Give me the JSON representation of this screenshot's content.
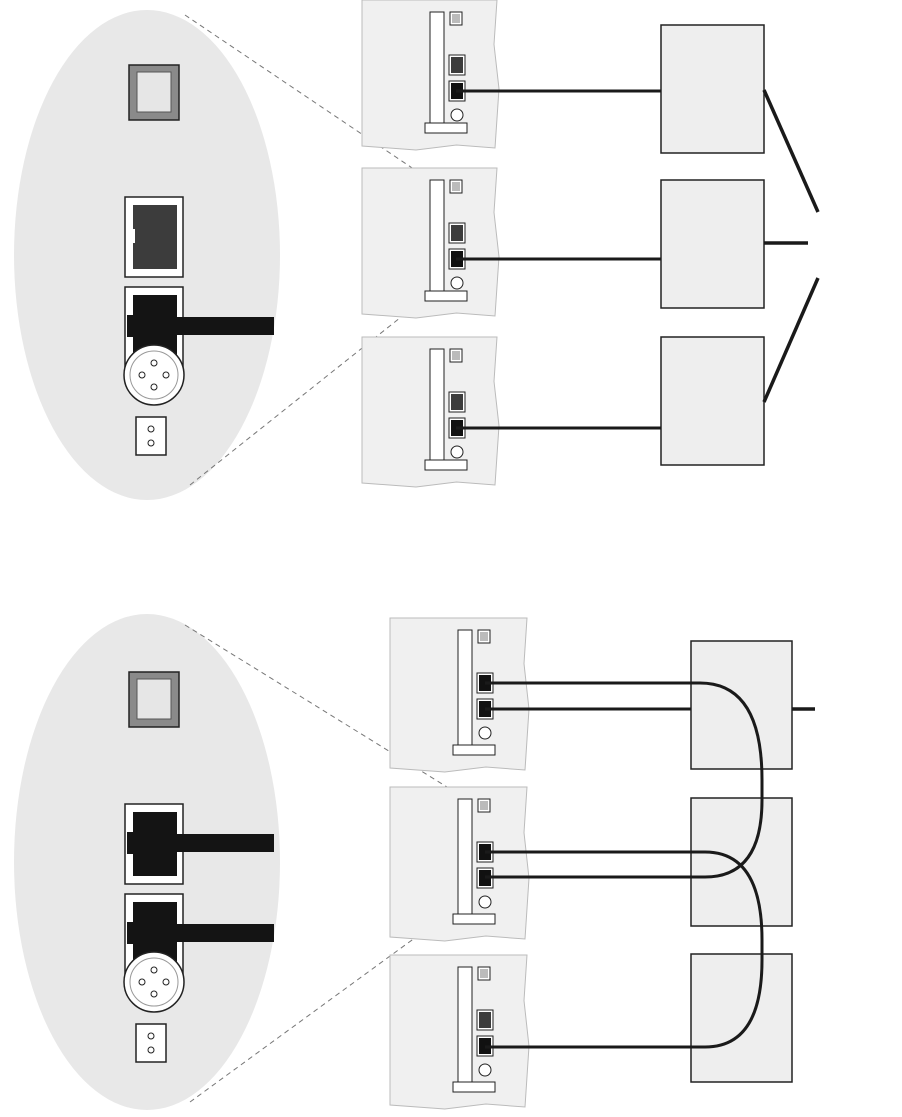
{
  "diagram": {
    "colors": {
      "background": "#ffffff",
      "oval_fill": "#e8e8e8",
      "device_panel_fill": "#f0f0f0",
      "box_fill": "#eeeeee",
      "cable": "#1a1a1a",
      "port_dark": "#3c3c3c",
      "outline": "#222222",
      "callout_line": "#777777"
    },
    "top_configuration": {
      "detail_view": {
        "components": [
          "power-switch",
          "port-empty",
          "port-with-cable",
          "round-connector",
          "terminal-block"
        ]
      },
      "devices": [
        {
          "ports": [
            "port-empty",
            "port-with-cable"
          ],
          "cable_to": "box-1"
        },
        {
          "ports": [
            "port-empty",
            "port-with-cable"
          ],
          "cable_to": "box-2"
        },
        {
          "ports": [
            "port-empty",
            "port-with-cable"
          ],
          "cable_to": "box-3"
        }
      ],
      "boxes": [
        "box-1",
        "box-2",
        "box-3"
      ],
      "topology": "star"
    },
    "bottom_configuration": {
      "detail_view": {
        "components": [
          "power-switch",
          "port-with-cable",
          "port-with-cable",
          "round-connector",
          "terminal-block"
        ]
      },
      "devices": [
        {
          "ports": [
            "port-with-cable",
            "port-with-cable"
          ]
        },
        {
          "ports": [
            "port-with-cable",
            "port-with-cable"
          ]
        },
        {
          "ports": [
            "port-empty",
            "port-with-cable"
          ]
        }
      ],
      "boxes": [
        "box-1",
        "box-2",
        "box-3"
      ],
      "topology": "daisy-chain"
    }
  }
}
